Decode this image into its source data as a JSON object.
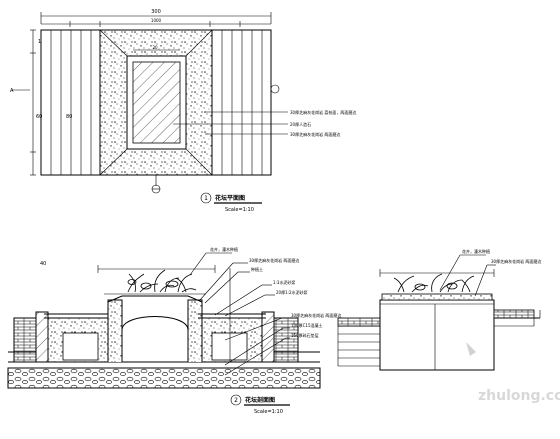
{
  "title_plan": {
    "number": "1",
    "label": "花坛平面图",
    "scale": "Scale=1:10"
  },
  "title_section": {
    "number": "2",
    "label": "花坛剖面图",
    "scale": "Scale=1:10"
  },
  "plan_dims": {
    "top_total": "300",
    "top_inner": "1000",
    "left_a": "1",
    "left_b": "60",
    "left_c": "80"
  },
  "plan_notes": [
    "30厚芝麻灰花岗岩 荔枝面，两面磨边",
    "20厚人造石",
    "30厚芝麻灰花岗岩 两面磨边"
  ],
  "section_notes": [
    "花卉，灌木种植",
    "30厚芝麻灰花岗岩 两面磨边",
    "种植土",
    "1:3水泥砂浆",
    "20厚1:2水泥砂浆",
    "30厚芝麻灰花岗岩 两面磨边",
    "100厚C15混凝土",
    "150厚碎石垫层"
  ],
  "side_notes": [
    "花卉，灌木种植",
    "30厚芝麻灰花岗岩 两面磨边"
  ],
  "watermark": "zhulong.com"
}
